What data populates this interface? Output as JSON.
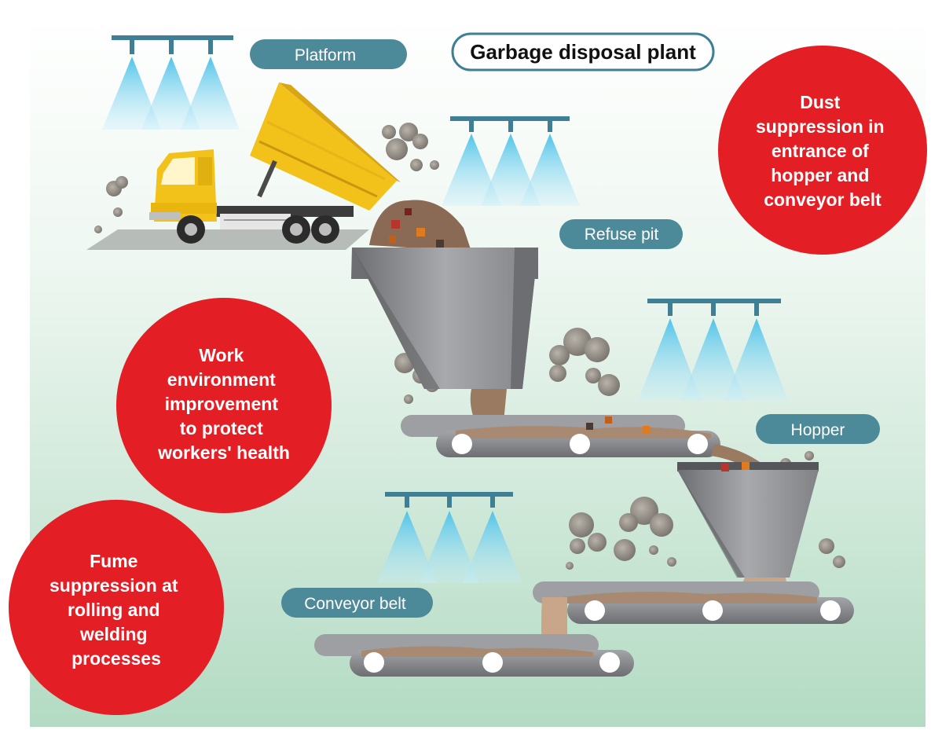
{
  "title": "Garbage disposal plant",
  "labels": {
    "platform": "Platform",
    "refuse_pit": "Refuse pit",
    "hopper": "Hopper",
    "conveyor_belt": "Conveyor belt"
  },
  "callouts": {
    "dust": [
      "Dust",
      "suppression in",
      "entrance of",
      "hopper and",
      "conveyor belt"
    ],
    "work": [
      "Work",
      "environment",
      "improvement",
      "to protect",
      "workers' health"
    ],
    "fume": [
      "Fume",
      "suppression at",
      "rolling and",
      "welding",
      "processes"
    ]
  },
  "colors": {
    "accent_red": "#e31e24",
    "label_teal": "#4d8a99",
    "mist_blue": "#7fd0ea",
    "nozzle_pipe": "#3f7f95",
    "machine_grey": "#9a9b9e",
    "truck_yellow": "#f2c21b",
    "background_top": "#ffffff",
    "background_bottom": "#b5dcc4"
  }
}
